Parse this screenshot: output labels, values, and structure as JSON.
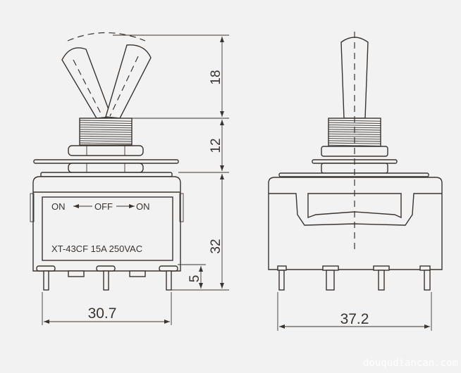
{
  "diagram": {
    "left_view": {
      "label_line1_left": "ON",
      "label_line1_mid": "OFF",
      "label_line1_right": "ON",
      "label_line2": "XT-43CF 15A 250VAC",
      "dim_lever_height": "18",
      "dim_bushing_height": "12",
      "dim_body_height": "32",
      "dim_pin_length": "5",
      "dim_width": "30.7"
    },
    "right_view": {
      "dim_width": "37.2"
    },
    "watermark": "douqudiancan.com",
    "colors": {
      "background": "#f2f2f2",
      "line": "#3a3430"
    }
  }
}
